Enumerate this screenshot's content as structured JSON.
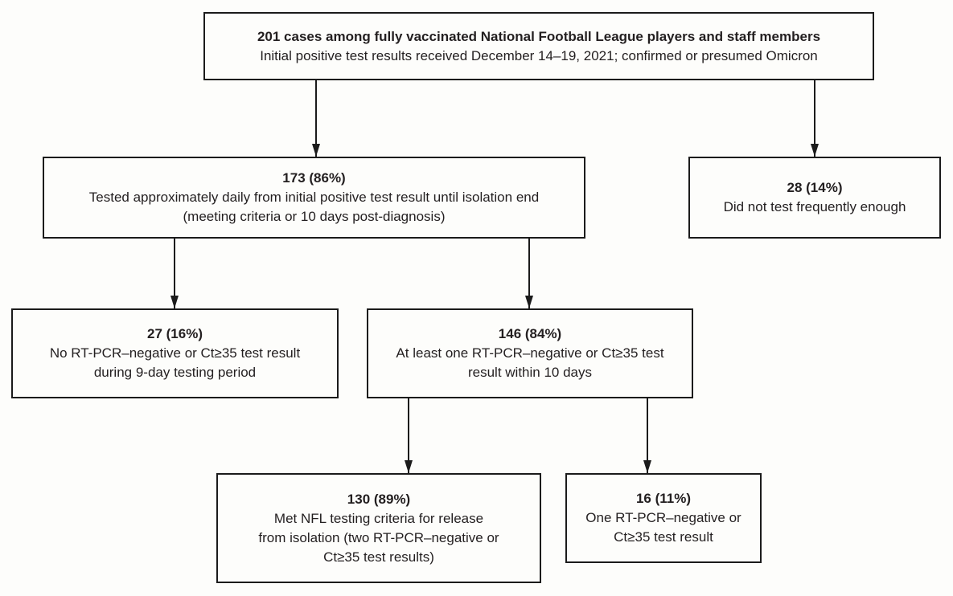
{
  "page": {
    "background_color": "#fdfdfb",
    "line_color": "#1b1b1b",
    "text_color": "#231f20"
  },
  "flowchart": {
    "nodes": {
      "root": {
        "headline": "201 cases among fully vaccinated National Football League players and staff members",
        "lines": [
          "Initial positive test results received December 14–19, 2021; confirmed or presumed Omicron"
        ]
      },
      "tested_daily": {
        "headline": "173 (86%)",
        "lines": [
          "Tested approximately daily from initial positive test result until isolation end",
          "(meeting criteria or 10 days post-diagnosis)"
        ]
      },
      "did_not_test": {
        "headline": "28 (14%)",
        "lines": [
          "Did not test frequently enough"
        ]
      },
      "no_negative": {
        "headline": "27 (16%)",
        "lines": [
          "No RT-PCR–negative or Ct≥35 test result",
          "during 9-day testing period"
        ]
      },
      "at_least_one_negative": {
        "headline": "146 (84%)",
        "lines": [
          "At least one RT-PCR–negative or Ct≥35 test",
          "result within 10 days"
        ]
      },
      "met_criteria": {
        "headline": "130 (89%)",
        "lines": [
          "Met NFL testing criteria for release",
          "from isolation (two RT-PCR–negative or",
          "Ct≥35 test results)"
        ]
      },
      "one_negative": {
        "headline": "16 (11%)",
        "lines": [
          "One RT-PCR–negative or",
          "Ct≥35 test result"
        ]
      }
    }
  }
}
